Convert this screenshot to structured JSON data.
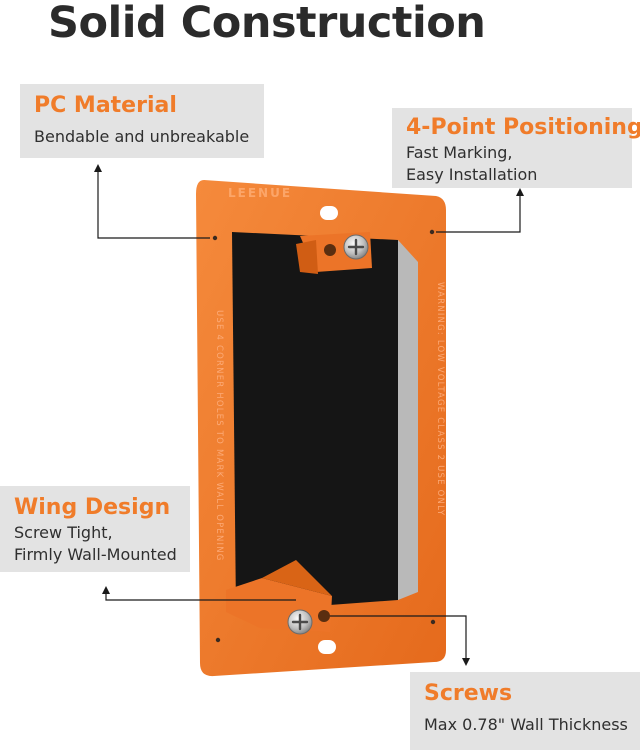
{
  "title": "Solid Construction",
  "brand": "LEENUE",
  "plate_text_left": "USE 4 CORNER HOLES TO MARK WALL OPENING",
  "plate_text_right": "WARNING: LOW VOLTAGE CLASS 2 USE ONLY",
  "callouts": {
    "pc_material": {
      "heading": "PC Material",
      "lines": [
        "Bendable and unbreakable"
      ]
    },
    "four_point": {
      "heading": "4-Point Positioning",
      "lines": [
        "Fast Marking,",
        "Easy Installation"
      ]
    },
    "wing_design": {
      "heading": "Wing Design",
      "lines": [
        "Screw Tight,",
        "Firmly Wall-Mounted"
      ]
    },
    "screws": {
      "heading": "Screws",
      "lines": [
        "Max 0.78\" Wall Thickness"
      ]
    }
  },
  "colors": {
    "accent": "#f07c2a",
    "plate": "#f27a2c",
    "opening": "#151515",
    "callout_bg": "#e3e3e3",
    "title": "#2b2b2b"
  }
}
